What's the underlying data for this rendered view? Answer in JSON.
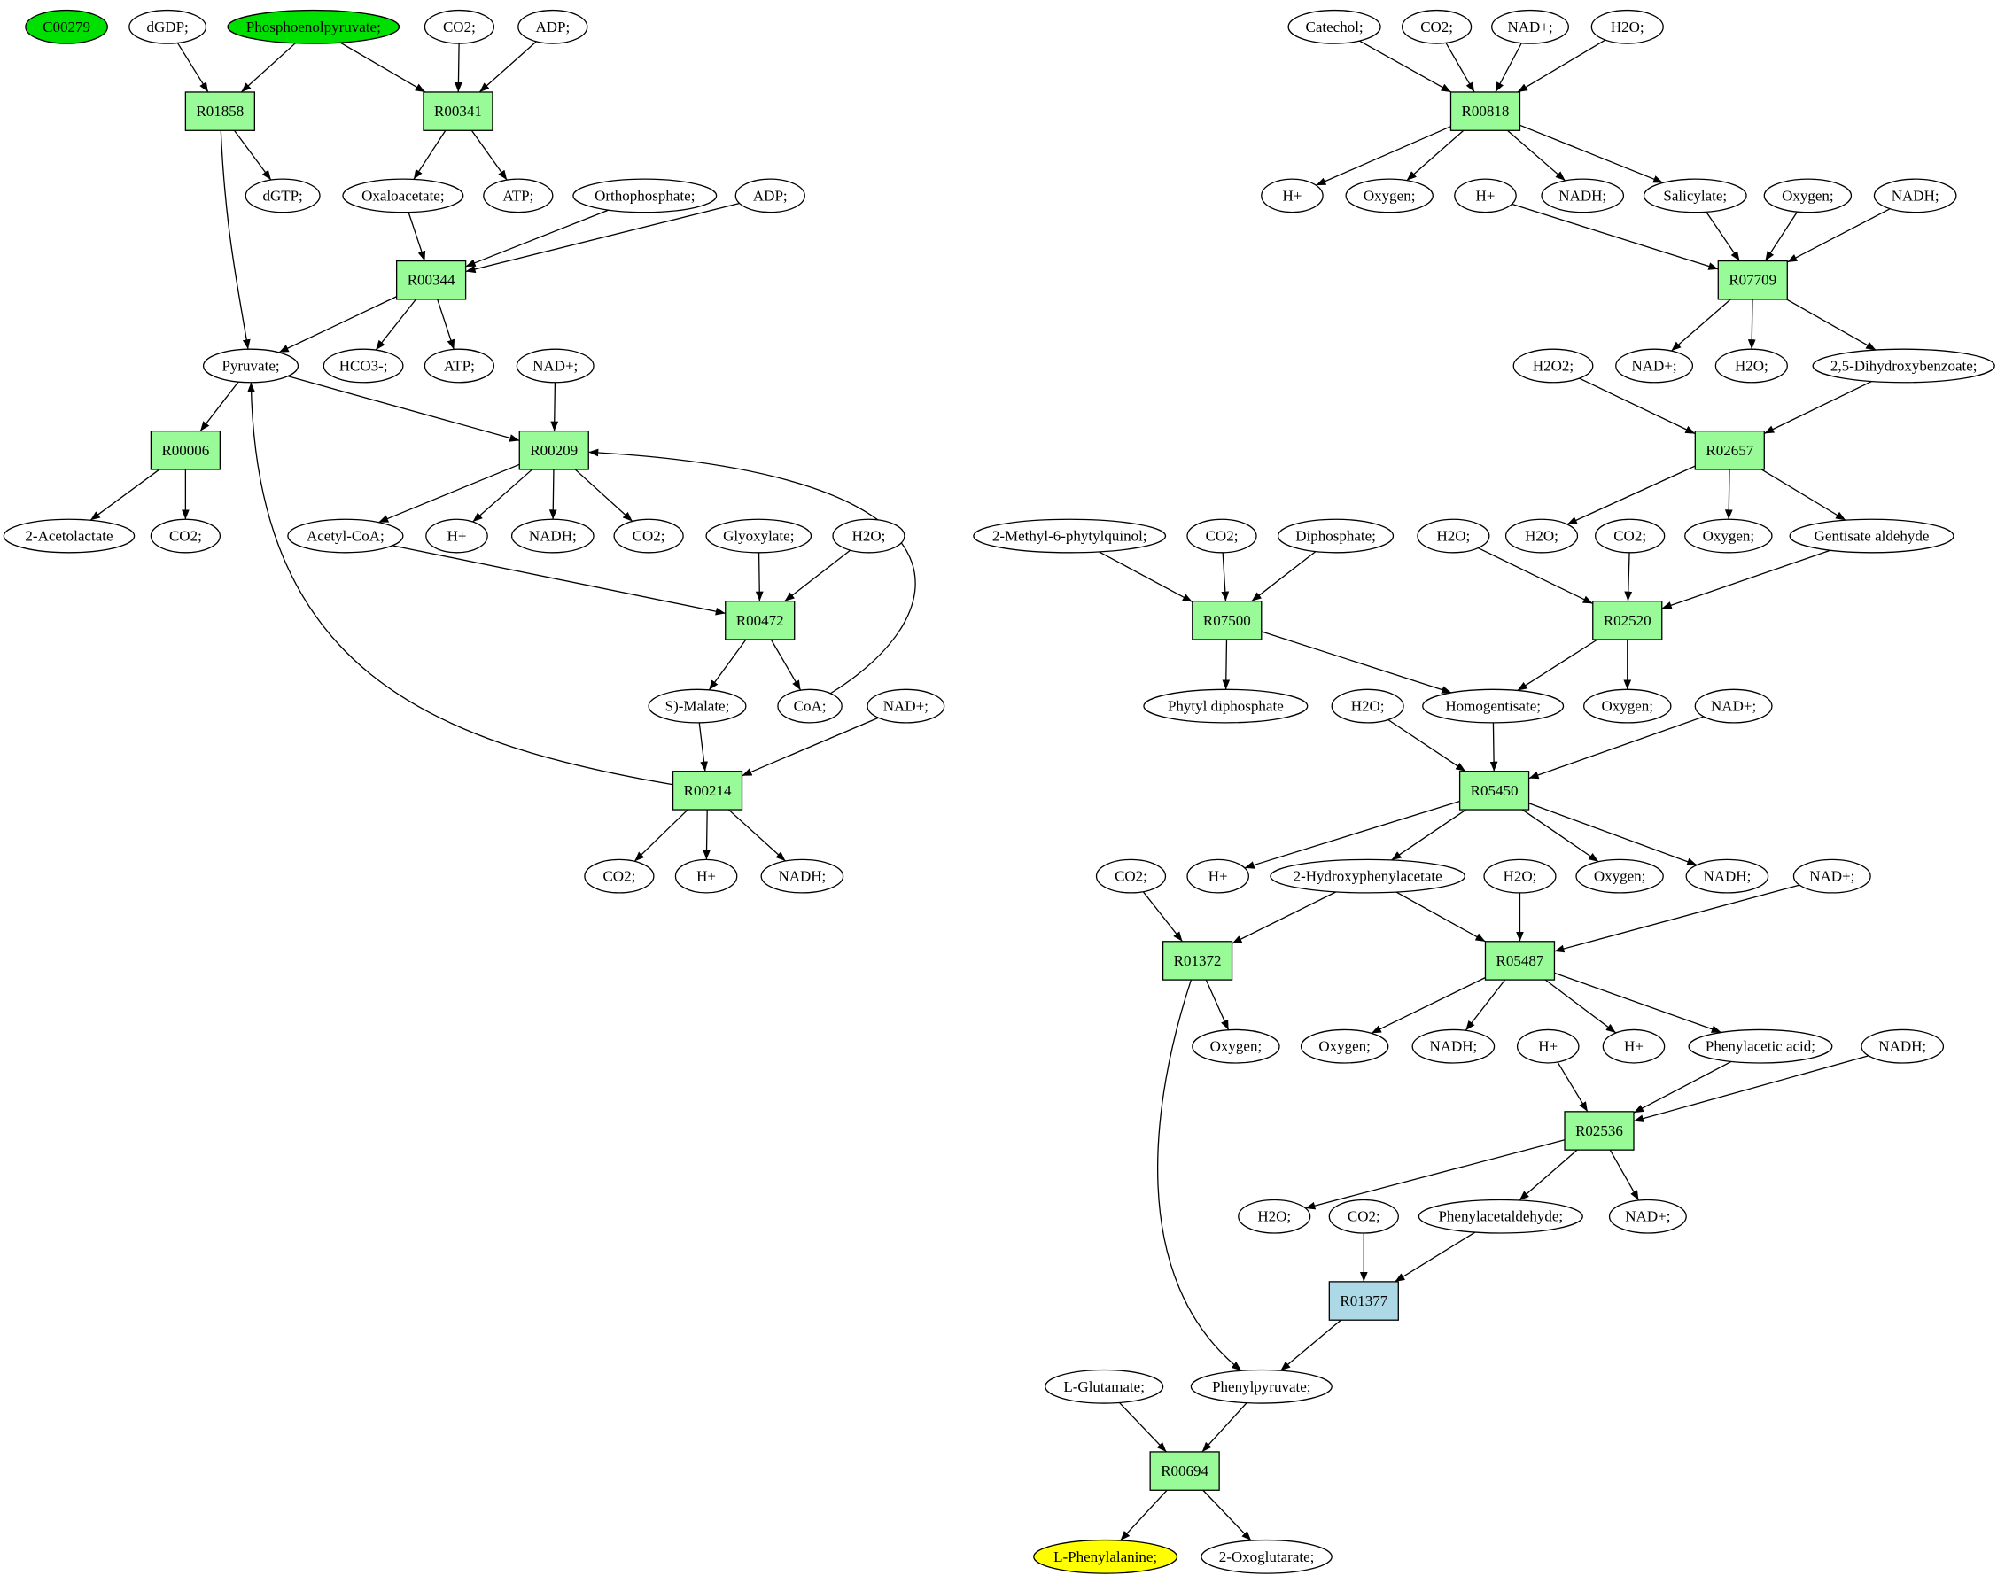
{
  "colors": {
    "metabolite": "#ffffff",
    "start": "#00e000",
    "target": "#ffff00",
    "reaction": "#98fb98",
    "reaction_alt": "#add8e6",
    "stroke": "#000000"
  },
  "nodes": [
    {
      "id": "C00279",
      "label": "C00279",
      "kind": "start"
    },
    {
      "id": "dGDP",
      "label": "dGDP;",
      "kind": "metabolite"
    },
    {
      "id": "PEP",
      "label": "Phosphoenolpyruvate;",
      "kind": "start"
    },
    {
      "id": "CO2_a",
      "label": "CO2;",
      "kind": "metabolite"
    },
    {
      "id": "ADP_a",
      "label": "ADP;",
      "kind": "metabolite"
    },
    {
      "id": "R01858",
      "label": "R01858",
      "kind": "reaction"
    },
    {
      "id": "R00341",
      "label": "R00341",
      "kind": "reaction"
    },
    {
      "id": "dGTP",
      "label": "dGTP;",
      "kind": "metabolite"
    },
    {
      "id": "Oxaloacetate",
      "label": "Oxaloacetate;",
      "kind": "metabolite"
    },
    {
      "id": "ATP_a",
      "label": "ATP;",
      "kind": "metabolite"
    },
    {
      "id": "Orthophosphate",
      "label": "Orthophosphate;",
      "kind": "metabolite"
    },
    {
      "id": "ADP_b",
      "label": "ADP;",
      "kind": "metabolite"
    },
    {
      "id": "R00344",
      "label": "R00344",
      "kind": "reaction"
    },
    {
      "id": "Pyruvate",
      "label": "Pyruvate;",
      "kind": "metabolite"
    },
    {
      "id": "HCO3",
      "label": "HCO3-;",
      "kind": "metabolite"
    },
    {
      "id": "ATP_b",
      "label": "ATP;",
      "kind": "metabolite"
    },
    {
      "id": "NADp_a",
      "label": "NAD+;",
      "kind": "metabolite"
    },
    {
      "id": "R00006",
      "label": "R00006",
      "kind": "reaction"
    },
    {
      "id": "R00209",
      "label": "R00209",
      "kind": "reaction"
    },
    {
      "id": "Acetolactate",
      "label": "2-Acetolactate",
      "kind": "metabolite"
    },
    {
      "id": "CO2_b",
      "label": "CO2;",
      "kind": "metabolite"
    },
    {
      "id": "AcetylCoA",
      "label": "Acetyl-CoA;",
      "kind": "metabolite"
    },
    {
      "id": "Hp_a",
      "label": "H+",
      "kind": "metabolite"
    },
    {
      "id": "NADH_a",
      "label": "NADH;",
      "kind": "metabolite"
    },
    {
      "id": "CO2_c",
      "label": "CO2;",
      "kind": "metabolite"
    },
    {
      "id": "Glyoxylate",
      "label": "Glyoxylate;",
      "kind": "metabolite"
    },
    {
      "id": "H2O_a",
      "label": "H2O;",
      "kind": "metabolite"
    },
    {
      "id": "R00472",
      "label": "R00472",
      "kind": "reaction"
    },
    {
      "id": "SMalate",
      "label": "S)-Malate;",
      "kind": "metabolite"
    },
    {
      "id": "CoA",
      "label": "CoA;",
      "kind": "metabolite"
    },
    {
      "id": "NADp_b",
      "label": "NAD+;",
      "kind": "metabolite"
    },
    {
      "id": "R00214",
      "label": "R00214",
      "kind": "reaction"
    },
    {
      "id": "CO2_d",
      "label": "CO2;",
      "kind": "metabolite"
    },
    {
      "id": "Hp_b",
      "label": "H+",
      "kind": "metabolite"
    },
    {
      "id": "NADH_b",
      "label": "NADH;",
      "kind": "metabolite"
    },
    {
      "id": "Catechol",
      "label": "Catechol;",
      "kind": "metabolite"
    },
    {
      "id": "CO2_e",
      "label": "CO2;",
      "kind": "metabolite"
    },
    {
      "id": "NADp_c",
      "label": "NAD+;",
      "kind": "metabolite"
    },
    {
      "id": "H2O_b",
      "label": "H2O;",
      "kind": "metabolite"
    },
    {
      "id": "R00818",
      "label": "R00818",
      "kind": "reaction"
    },
    {
      "id": "Hp_c",
      "label": "H+",
      "kind": "metabolite"
    },
    {
      "id": "Oxygen_a",
      "label": "Oxygen;",
      "kind": "metabolite"
    },
    {
      "id": "Hp_d",
      "label": "H+",
      "kind": "metabolite"
    },
    {
      "id": "NADH_c",
      "label": "NADH;",
      "kind": "metabolite"
    },
    {
      "id": "Salicylate",
      "label": "Salicylate;",
      "kind": "metabolite"
    },
    {
      "id": "Oxygen_b",
      "label": "Oxygen;",
      "kind": "metabolite"
    },
    {
      "id": "NADH_d",
      "label": "NADH;",
      "kind": "metabolite"
    },
    {
      "id": "R07709",
      "label": "R07709",
      "kind": "reaction"
    },
    {
      "id": "H2O2",
      "label": "H2O2;",
      "kind": "metabolite"
    },
    {
      "id": "NADp_d",
      "label": "NAD+;",
      "kind": "metabolite"
    },
    {
      "id": "H2O_c",
      "label": "H2O;",
      "kind": "metabolite"
    },
    {
      "id": "DHB",
      "label": "2,5-Dihydroxybenzoate;",
      "kind": "metabolite"
    },
    {
      "id": "R02657",
      "label": "R02657",
      "kind": "reaction"
    },
    {
      "id": "Phytylquinol",
      "label": "2-Methyl-6-phytylquinol;",
      "kind": "metabolite"
    },
    {
      "id": "CO2_f",
      "label": "CO2;",
      "kind": "metabolite"
    },
    {
      "id": "Diphosphate",
      "label": "Diphosphate;",
      "kind": "metabolite"
    },
    {
      "id": "H2O_d",
      "label": "H2O;",
      "kind": "metabolite"
    },
    {
      "id": "H2O_e",
      "label": "H2O;",
      "kind": "metabolite"
    },
    {
      "id": "CO2_g",
      "label": "CO2;",
      "kind": "metabolite"
    },
    {
      "id": "Oxygen_c",
      "label": "Oxygen;",
      "kind": "metabolite"
    },
    {
      "id": "Gentisate",
      "label": "Gentisate aldehyde",
      "kind": "metabolite"
    },
    {
      "id": "R07500",
      "label": "R07500",
      "kind": "reaction"
    },
    {
      "id": "R02520",
      "label": "R02520",
      "kind": "reaction"
    },
    {
      "id": "PhytylPP",
      "label": "Phytyl diphosphate",
      "kind": "metabolite"
    },
    {
      "id": "H2O_f",
      "label": "H2O;",
      "kind": "metabolite"
    },
    {
      "id": "Homogentisate",
      "label": "Homogentisate;",
      "kind": "metabolite"
    },
    {
      "id": "Oxygen_d",
      "label": "Oxygen;",
      "kind": "metabolite"
    },
    {
      "id": "NADp_e",
      "label": "NAD+;",
      "kind": "metabolite"
    },
    {
      "id": "R05450",
      "label": "R05450",
      "kind": "reaction"
    },
    {
      "id": "CO2_h",
      "label": "CO2;",
      "kind": "metabolite"
    },
    {
      "id": "Hp_e",
      "label": "H+",
      "kind": "metabolite"
    },
    {
      "id": "HPA",
      "label": "2-Hydroxyphenylacetate",
      "kind": "metabolite"
    },
    {
      "id": "H2O_g",
      "label": "H2O;",
      "kind": "metabolite"
    },
    {
      "id": "Oxygen_e",
      "label": "Oxygen;",
      "kind": "metabolite"
    },
    {
      "id": "NADH_e",
      "label": "NADH;",
      "kind": "metabolite"
    },
    {
      "id": "NADp_f",
      "label": "NAD+;",
      "kind": "metabolite"
    },
    {
      "id": "R01372",
      "label": "R01372",
      "kind": "reaction"
    },
    {
      "id": "R05487",
      "label": "R05487",
      "kind": "reaction"
    },
    {
      "id": "Oxygen_f",
      "label": "Oxygen;",
      "kind": "metabolite"
    },
    {
      "id": "Oxygen_g",
      "label": "Oxygen;",
      "kind": "metabolite"
    },
    {
      "id": "NADH_f",
      "label": "NADH;",
      "kind": "metabolite"
    },
    {
      "id": "Hp_f",
      "label": "H+",
      "kind": "metabolite"
    },
    {
      "id": "Hp_g",
      "label": "H+",
      "kind": "metabolite"
    },
    {
      "id": "PAA",
      "label": "Phenylacetic acid;",
      "kind": "metabolite"
    },
    {
      "id": "NADH_g",
      "label": "NADH;",
      "kind": "metabolite"
    },
    {
      "id": "R02536",
      "label": "R02536",
      "kind": "reaction"
    },
    {
      "id": "H2O_h",
      "label": "H2O;",
      "kind": "metabolite"
    },
    {
      "id": "CO2_i",
      "label": "CO2;",
      "kind": "metabolite"
    },
    {
      "id": "Phenylacetaldehyde",
      "label": "Phenylacetaldehyde;",
      "kind": "metabolite"
    },
    {
      "id": "NADp_g",
      "label": "NAD+;",
      "kind": "metabolite"
    },
    {
      "id": "R01377",
      "label": "R01377",
      "kind": "reaction_alt"
    },
    {
      "id": "LGlutamate",
      "label": "L-Glutamate;",
      "kind": "metabolite"
    },
    {
      "id": "Phenylpyruvate",
      "label": "Phenylpyruvate;",
      "kind": "metabolite"
    },
    {
      "id": "R00694",
      "label": "R00694",
      "kind": "reaction"
    },
    {
      "id": "LPhe",
      "label": "L-Phenylalanine;",
      "kind": "target"
    },
    {
      "id": "Oxoglutarate",
      "label": "2-Oxoglutarate;",
      "kind": "metabolite"
    }
  ],
  "edges": [
    [
      "dGDP",
      "R01858"
    ],
    [
      "PEP",
      "R01858"
    ],
    [
      "PEP",
      "R00341"
    ],
    [
      "CO2_a",
      "R00341"
    ],
    [
      "ADP_a",
      "R00341"
    ],
    [
      "R01858",
      "dGTP"
    ],
    [
      "R01858",
      "Pyruvate"
    ],
    [
      "R00341",
      "Oxaloacetate"
    ],
    [
      "R00341",
      "ATP_a"
    ],
    [
      "Oxaloacetate",
      "R00344"
    ],
    [
      "Orthophosphate",
      "R00344"
    ],
    [
      "ADP_b",
      "R00344"
    ],
    [
      "R00344",
      "Pyruvate"
    ],
    [
      "R00344",
      "HCO3"
    ],
    [
      "R00344",
      "ATP_b"
    ],
    [
      "Pyruvate",
      "R00006"
    ],
    [
      "Pyruvate",
      "R00209"
    ],
    [
      "NADp_a",
      "R00209"
    ],
    [
      "CoA",
      "R00209"
    ],
    [
      "R00006",
      "Acetolactate"
    ],
    [
      "R00006",
      "CO2_b"
    ],
    [
      "R00209",
      "AcetylCoA"
    ],
    [
      "R00209",
      "Hp_a"
    ],
    [
      "R00209",
      "NADH_a"
    ],
    [
      "R00209",
      "CO2_c"
    ],
    [
      "AcetylCoA",
      "R00472"
    ],
    [
      "Glyoxylate",
      "R00472"
    ],
    [
      "H2O_a",
      "R00472"
    ],
    [
      "R00472",
      "SMalate"
    ],
    [
      "R00472",
      "CoA"
    ],
    [
      "SMalate",
      "R00214"
    ],
    [
      "NADp_b",
      "R00214"
    ],
    [
      "R00214",
      "Pyruvate"
    ],
    [
      "R00214",
      "CO2_d"
    ],
    [
      "R00214",
      "Hp_b"
    ],
    [
      "R00214",
      "NADH_b"
    ],
    [
      "Catechol",
      "R00818"
    ],
    [
      "CO2_e",
      "R00818"
    ],
    [
      "NADp_c",
      "R00818"
    ],
    [
      "H2O_b",
      "R00818"
    ],
    [
      "R00818",
      "Hp_c"
    ],
    [
      "R00818",
      "Oxygen_a"
    ],
    [
      "R00818",
      "NADH_c"
    ],
    [
      "R00818",
      "Salicylate"
    ],
    [
      "Hp_d",
      "R07709"
    ],
    [
      "Salicylate",
      "R07709"
    ],
    [
      "Oxygen_b",
      "R07709"
    ],
    [
      "NADH_d",
      "R07709"
    ],
    [
      "R07709",
      "NADp_d"
    ],
    [
      "R07709",
      "H2O_c"
    ],
    [
      "R07709",
      "DHB"
    ],
    [
      "H2O2",
      "R02657"
    ],
    [
      "DHB",
      "R02657"
    ],
    [
      "R02657",
      "H2O_e"
    ],
    [
      "R02657",
      "Oxygen_c"
    ],
    [
      "R02657",
      "Gentisate"
    ],
    [
      "Phytylquinol",
      "R07500"
    ],
    [
      "CO2_f",
      "R07500"
    ],
    [
      "Diphosphate",
      "R07500"
    ],
    [
      "H2O_d",
      "R02520"
    ],
    [
      "CO2_g",
      "R02520"
    ],
    [
      "Gentisate",
      "R02520"
    ],
    [
      "R07500",
      "PhytylPP"
    ],
    [
      "R07500",
      "Homogentisate"
    ],
    [
      "R02520",
      "Homogentisate"
    ],
    [
      "R02520",
      "Oxygen_d"
    ],
    [
      "H2O_f",
      "R05450"
    ],
    [
      "Homogentisate",
      "R05450"
    ],
    [
      "NADp_e",
      "R05450"
    ],
    [
      "R05450",
      "Hp_e"
    ],
    [
      "R05450",
      "HPA"
    ],
    [
      "R05450",
      "Oxygen_e"
    ],
    [
      "R05450",
      "NADH_e"
    ],
    [
      "CO2_h",
      "R01372"
    ],
    [
      "HPA",
      "R01372"
    ],
    [
      "HPA",
      "R05487"
    ],
    [
      "H2O_g",
      "R05487"
    ],
    [
      "NADp_f",
      "R05487"
    ],
    [
      "R01372",
      "Oxygen_f"
    ],
    [
      "R01372",
      "Phenylpyruvate"
    ],
    [
      "R05487",
      "Oxygen_g"
    ],
    [
      "R05487",
      "NADH_f"
    ],
    [
      "R05487",
      "Hp_g"
    ],
    [
      "R05487",
      "PAA"
    ],
    [
      "Hp_f",
      "R02536"
    ],
    [
      "PAA",
      "R02536"
    ],
    [
      "NADH_g",
      "R02536"
    ],
    [
      "R02536",
      "H2O_h"
    ],
    [
      "R02536",
      "Phenylacetaldehyde"
    ],
    [
      "R02536",
      "NADp_g"
    ],
    [
      "CO2_i",
      "R01377"
    ],
    [
      "Phenylacetaldehyde",
      "R01377"
    ],
    [
      "R01377",
      "Phenylpyruvate"
    ],
    [
      "LGlutamate",
      "R00694"
    ],
    [
      "Phenylpyruvate",
      "R00694"
    ],
    [
      "R00694",
      "LPhe"
    ],
    [
      "R00694",
      "Oxoglutarate"
    ]
  ]
}
